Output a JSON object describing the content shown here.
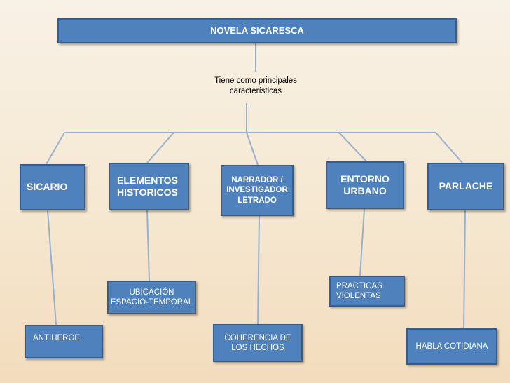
{
  "title": "NOVELA SICARESCA",
  "subtitle": "Tiene como principales\ncaracterísticas",
  "characteristics": [
    {
      "id": "sicario",
      "label": "SICARIO",
      "example": "ANTIHEROE"
    },
    {
      "id": "elementos",
      "label": "ELEMENTOS\nHISTORICOS",
      "example": "UBICACIÓN\nESPACIO-TEMPORAL"
    },
    {
      "id": "narrador",
      "label": "NARRADOR /\nINVESTIGADOR\nLETRADO",
      "example": "COHERENCIA DE\nLOS HECHOS"
    },
    {
      "id": "entorno",
      "label": "ENTORNO\nURBANO",
      "example": "PRACTICAS\nVIOLENTAS"
    },
    {
      "id": "parlache",
      "label": "PARLACHE",
      "example": "HABLA COTIDIANA"
    }
  ],
  "colors": {
    "box_fill": "#4f81bd",
    "box_border": "#385d8a",
    "connector": "#98b0cf"
  }
}
